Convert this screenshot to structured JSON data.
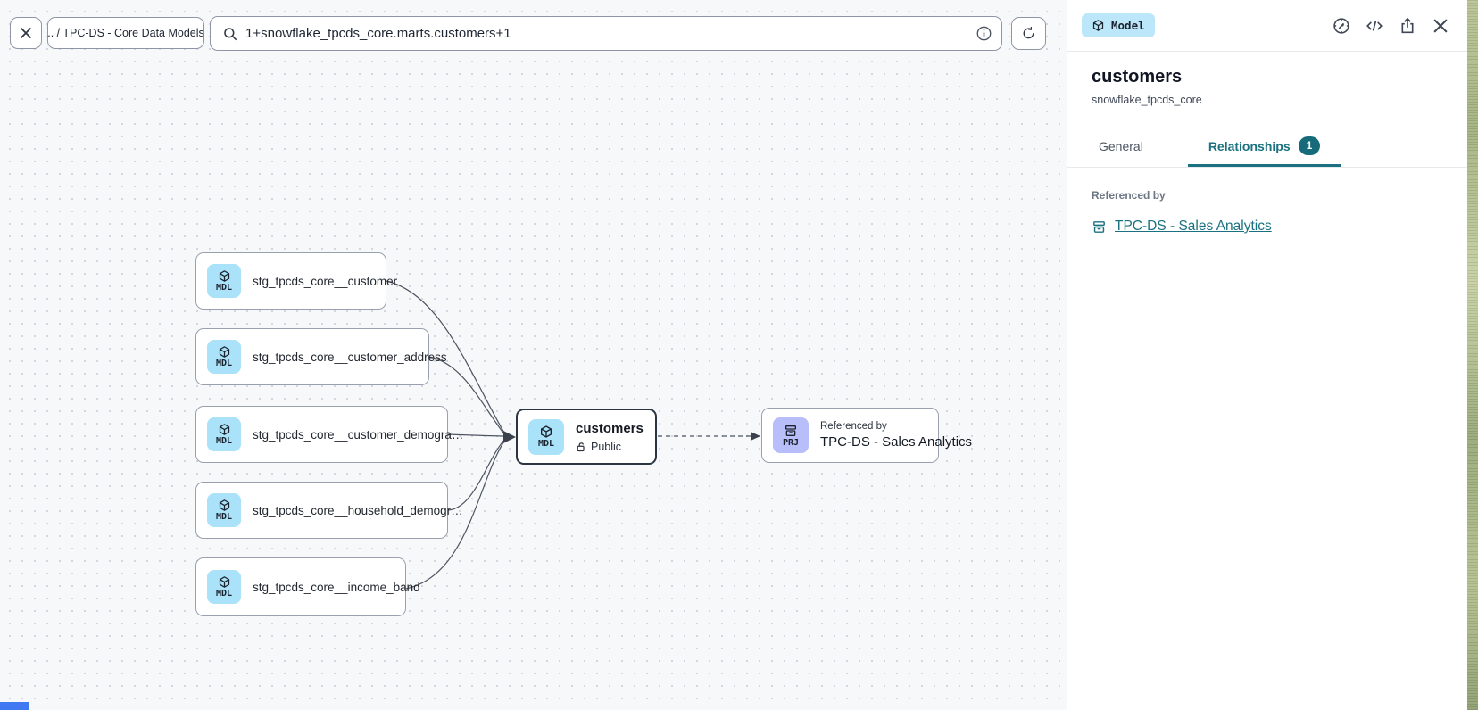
{
  "toolbar": {
    "breadcrumb": ".. / TPC-DS - Core Data Models",
    "search_value": "1+snowflake_tpcds_core.marts.customers+1"
  },
  "canvas": {
    "nodes": [
      {
        "badge": "MDL",
        "label": "stg_tpcds_core__customer"
      },
      {
        "badge": "MDL",
        "label": "stg_tpcds_core__customer_address"
      },
      {
        "badge": "MDL",
        "label": "stg_tpcds_core__customer_demogra…"
      },
      {
        "badge": "MDL",
        "label": "stg_tpcds_core__household_demogr…"
      },
      {
        "badge": "MDL",
        "label": "stg_tpcds_core__income_band"
      }
    ],
    "focus_node": {
      "badge": "MDL",
      "label": "customers",
      "visibility": "Public"
    },
    "reference_node": {
      "badge": "PRJ",
      "caption": "Referenced by",
      "label": "TPC-DS - Sales Analytics"
    }
  },
  "panel": {
    "type_badge": "Model",
    "title": "customers",
    "subtitle": "snowflake_tpcds_core",
    "tabs": {
      "general": "General",
      "relationships": "Relationships",
      "relationships_count": "1"
    },
    "referenced_by_heading": "Referenced by",
    "referenced_by_link": "TPC-DS - Sales Analytics"
  },
  "icons": {
    "close": "✕",
    "search": "🔍",
    "info": "ⓘ",
    "refresh": "↻",
    "compass": "compass-gauge",
    "code": "</>",
    "share": "share-up",
    "model_cube": "cube",
    "project_drawer": "drawer",
    "public_lock": "open-padlock"
  },
  "colors": {
    "accent_teal": "#1b7180",
    "badge_teal": "#156b79",
    "model_icon_blue": "#a9e2f9",
    "project_icon_purple": "#b7befa",
    "model_badge_bg": "#bce7fb",
    "canvas_bg": "#f7f8f9",
    "blue_strip": "#4079f2"
  }
}
